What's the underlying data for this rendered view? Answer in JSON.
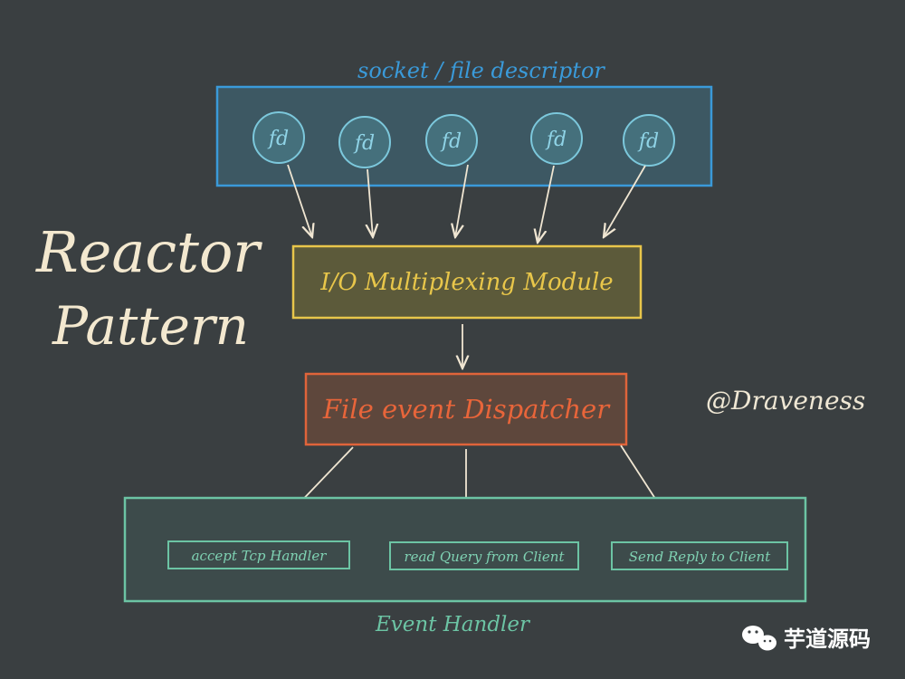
{
  "title": {
    "line1": "Reactor",
    "line2": "Pattern"
  },
  "author": "@Draveness",
  "socket_group": {
    "label": "socket / file descriptor",
    "fds": [
      "fd",
      "fd",
      "fd",
      "fd",
      "fd"
    ]
  },
  "multiplexer": {
    "label": "I/O Multiplexing Module"
  },
  "dispatcher": {
    "label": "File event Dispatcher"
  },
  "handler_group": {
    "label": "Event Handler",
    "handlers": [
      "accept Tcp Handler",
      "read Query from Client",
      "Send Reply to Client"
    ]
  },
  "watermark": {
    "text": "芋道源码",
    "icon": "wechat-icon"
  },
  "colors": {
    "background": "#3a3f41",
    "socket_blue": "#3a9ad9",
    "module_yellow": "#e8c64a",
    "dispatcher_orange": "#e0643a",
    "handler_teal": "#6cc4a4",
    "arrow": "#f0e6d2",
    "title_cream": "#f3e8cf"
  }
}
